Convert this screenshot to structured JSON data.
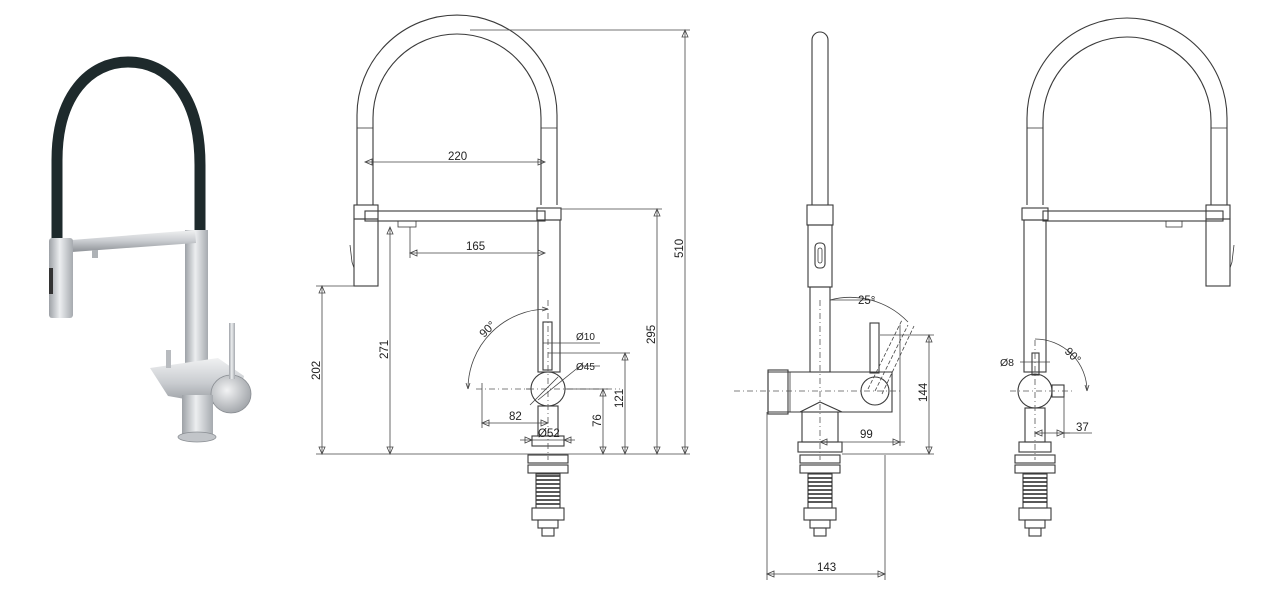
{
  "colors": {
    "line": "#3a3a3a",
    "hose": "#1e2a2c",
    "steel_light": "#e4e6e8",
    "steel_mid": "#b9bcc0",
    "steel_dark": "#8a8e93"
  },
  "front_view": {
    "width_220": "220",
    "reach_165": "165",
    "height_510": "510",
    "height_295": "295",
    "height_271": "271",
    "height_202": "202",
    "height_121": "121",
    "height_76": "76",
    "offset_82": "82",
    "angle_90": "90°",
    "dia_10": "Ø10",
    "dia_45": "Ø45",
    "dia_52": "Ø52"
  },
  "side_view": {
    "angle_25": "25°",
    "height_144": "144",
    "depth_99": "99",
    "depth_143": "143"
  },
  "rear_view": {
    "dia_8": "Ø8",
    "angle_90": "90°",
    "offset_37": "37"
  }
}
